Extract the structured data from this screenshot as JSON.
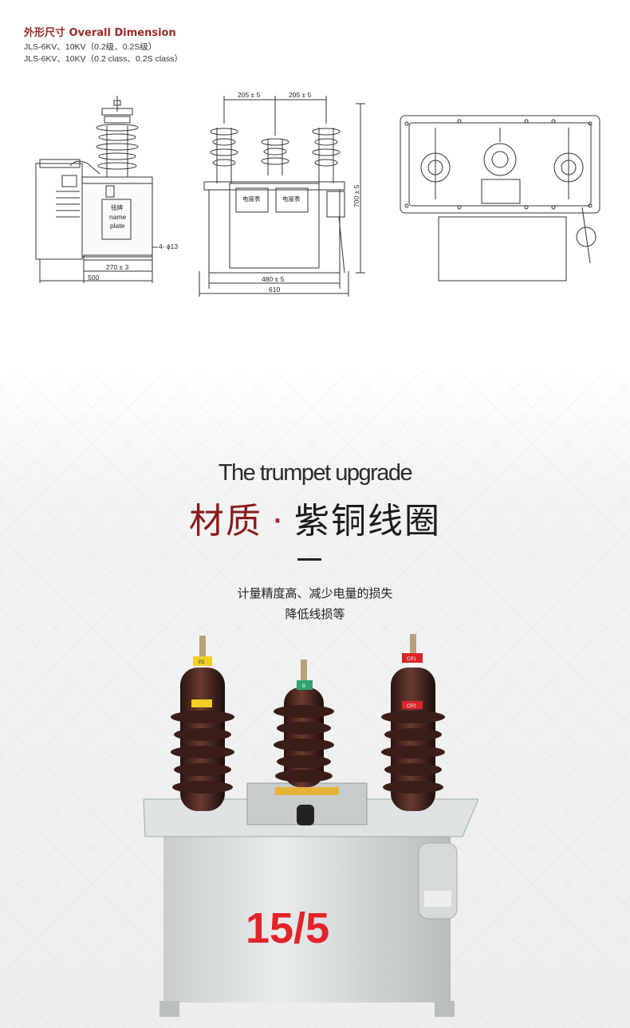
{
  "header": {
    "title": "外形尺寸 Overall Dimension",
    "line1": "JLS-6KV、10KV（0.2级、0.2S级）",
    "line2": "JLS-6KV、10KV（0.2 class、0.2S class）"
  },
  "side_view": {
    "nameplate_cn": "铭牌",
    "nameplate_en1": "name",
    "nameplate_en2": "plate",
    "hole": "4- ϕ13",
    "dim_base": "270 ± 3",
    "dim_total": "500"
  },
  "front_view": {
    "dim_left": "205 ± 5",
    "dim_right": "205 ± 5",
    "meter_left": "电度表",
    "meter_right": "电度表",
    "dim_inner": "480 ± 5",
    "dim_total": "610",
    "dim_height": "700 ± 5"
  },
  "promo": {
    "en_title": "The trumpet upgrade",
    "cn_title_a": "材质",
    "cn_title_dot": "·",
    "cn_title_b": "紫铜线圈",
    "desc1": "计量精度高、减少电量的损失",
    "desc2": "降低线损等"
  },
  "product": {
    "ratio": "15/5",
    "tag_left": "P2",
    "tag_mid": "B",
    "tag_right_top": "CP1",
    "tag_right_low": "CP2"
  }
}
